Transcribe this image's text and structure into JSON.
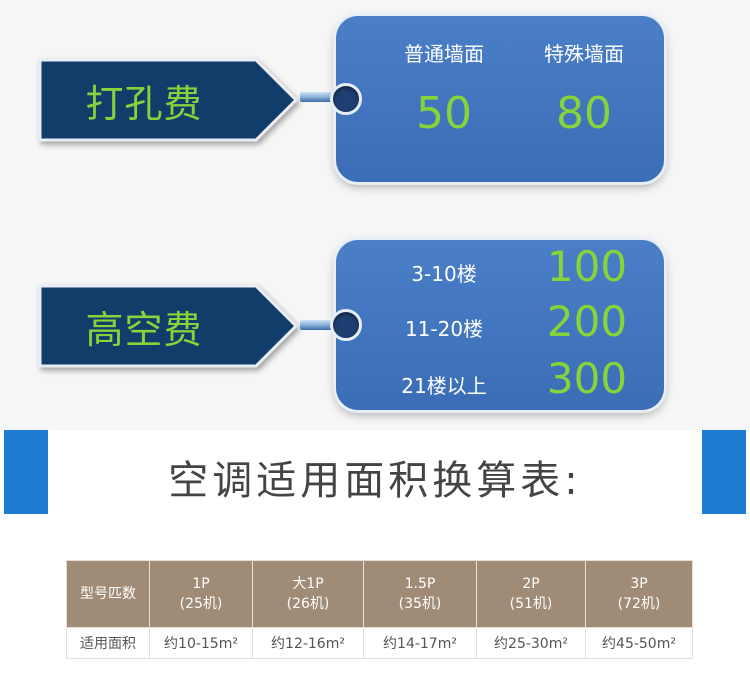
{
  "drilling": {
    "title": "打孔费",
    "columns": [
      {
        "label": "普通墙面",
        "value": "50"
      },
      {
        "label": "特殊墙面",
        "value": "80"
      }
    ]
  },
  "height": {
    "title": "高空费",
    "rows": [
      {
        "floor": "3-10楼",
        "price": "100"
      },
      {
        "floor": "11-20楼",
        "price": "200"
      },
      {
        "floor": "21楼以上",
        "price": "300"
      }
    ]
  },
  "area": {
    "title": "空调适用面积换算表:",
    "header": {
      "label": "型号匹数",
      "models": [
        {
          "line1": "1P",
          "line2": "(25机)"
        },
        {
          "line1": "大1P",
          "line2": "(26机)"
        },
        {
          "line1": "1.5P",
          "line2": "(35机)"
        },
        {
          "line1": "2P",
          "line2": "(51机)"
        },
        {
          "line1": "3P",
          "line2": "(72机)"
        }
      ]
    },
    "row": {
      "label": "适用面积",
      "values": [
        "约10-15m²",
        "约12-16m²",
        "约14-17m²",
        "约25-30m²",
        "约45-50m²"
      ]
    }
  },
  "colors": {
    "sign_dark": "#123d6b",
    "card_blue": "#3a6db5",
    "accent_green": "#86d33a",
    "side_bar_blue": "#1d7cd1",
    "table_header": "#a08c76"
  }
}
